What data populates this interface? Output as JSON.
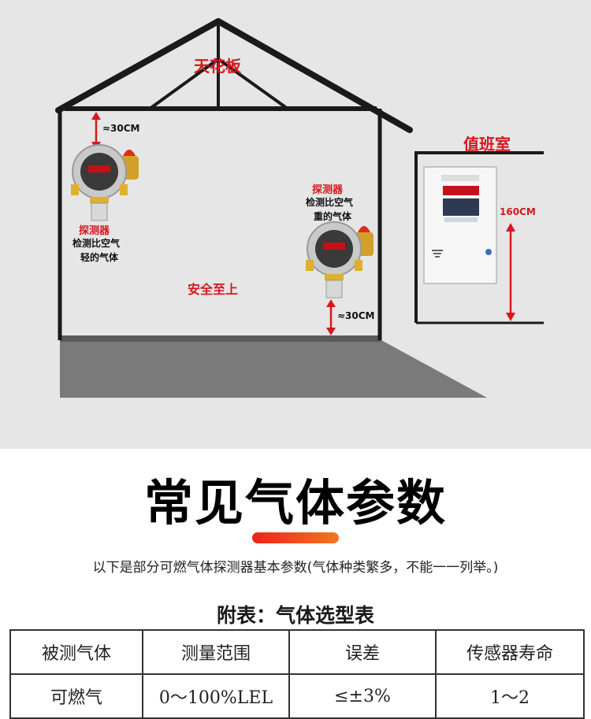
{
  "diagram": {
    "ceiling_label": "天花板",
    "duty_room_label": "值班室",
    "top_gap_label": "≈30CM",
    "bottom_gap_label": "≈30CM",
    "controller_height_label": "160CM",
    "detector_light": {
      "label": "探测器",
      "line1": "检测比空气",
      "line2": "轻的气体"
    },
    "detector_heavy": {
      "label": "探测器",
      "line1": "检测比空气",
      "line2": "重的气体"
    },
    "slogan": "安全至上",
    "colors": {
      "accent": "#d6181e",
      "wall": "#e6e6e6",
      "floor": "#7a7a7a",
      "outline": "#1a1a1a"
    }
  },
  "heading": {
    "title": "常见气体参数",
    "subtitle": "以下是部分可燃气体探测器基本参数(气体种类繁多，不能一一列举。)"
  },
  "table": {
    "caption": "附表：气体选型表",
    "headers": [
      "被测气体",
      "测量范围",
      "误差",
      "传感器寿命"
    ],
    "rows": [
      [
        "可燃气",
        "0～100%LEL",
        "≤±3%",
        "1～2"
      ]
    ]
  }
}
